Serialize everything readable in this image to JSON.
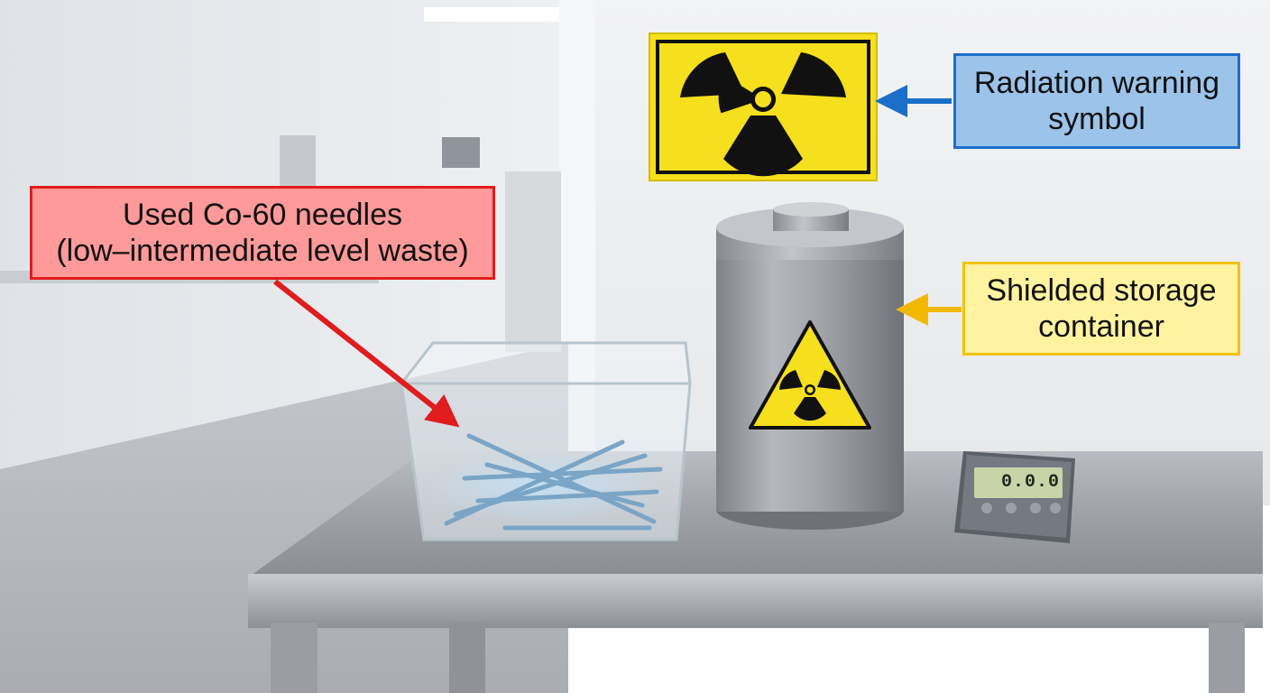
{
  "annotations": {
    "needles": {
      "line1": "Used Co-60 needles",
      "line2": "(low–intermediate level waste)",
      "border_color": "#e01c1c",
      "fill_color": "#ff9a9a"
    },
    "radiation_symbol": {
      "line1": "Radiation warning",
      "line2": "symbol",
      "border_color": "#1a6fc9",
      "fill_color": "#9cc3ea"
    },
    "container": {
      "line1": "Shielded storage",
      "line2": "container",
      "border_color": "#f2c200",
      "fill_color": "#fff3a0"
    }
  },
  "survey_meter": {
    "reading": "0.0.0"
  },
  "icons": [
    "radiation-trefoil-icon"
  ]
}
